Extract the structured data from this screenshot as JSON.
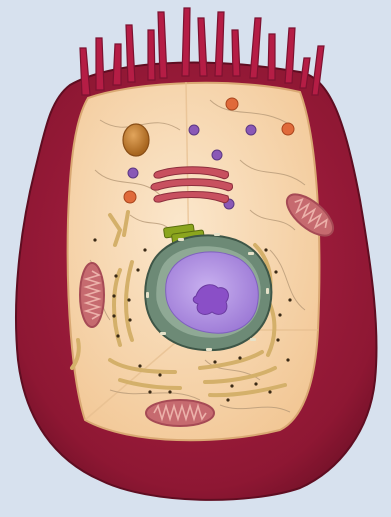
{
  "diagram": {
    "subject": "animal-cell-cutaway",
    "labels": []
  },
  "colors": {
    "background": "#d7e1ee",
    "membrane_outer": "#8e1733",
    "membrane_dark": "#5f0d21",
    "microvilli": "#b51d45",
    "cytoplasm": "#f7d7ad",
    "cytoplasm_light": "#fbe7cc",
    "cytoskeleton": "#b79a78",
    "nuclear_envelope": "#6d8a76",
    "nucleus": "#b99ae6",
    "nucleolus": "#8a4fc7",
    "er": "#d4b06a",
    "ribosome": "#3a2a16",
    "mitochondrion": "#c66a6f",
    "mitochondrion_outer": "#a64a55",
    "golgi": "#c8505f",
    "vesicle_purple": "#8a58b6",
    "vesicle_orange": "#e06a3a",
    "lysosome": "#b7772e",
    "centriole": "#8ba51d"
  },
  "organelles": [
    {
      "name": "cell-membrane"
    },
    {
      "name": "microvilli"
    },
    {
      "name": "cytoplasm"
    },
    {
      "name": "nucleus"
    },
    {
      "name": "nucleolus"
    },
    {
      "name": "nuclear-envelope"
    },
    {
      "name": "rough-endoplasmic-reticulum"
    },
    {
      "name": "golgi-apparatus"
    },
    {
      "name": "mitochondrion"
    },
    {
      "name": "centrioles"
    },
    {
      "name": "lysosome"
    },
    {
      "name": "vesicles"
    }
  ]
}
